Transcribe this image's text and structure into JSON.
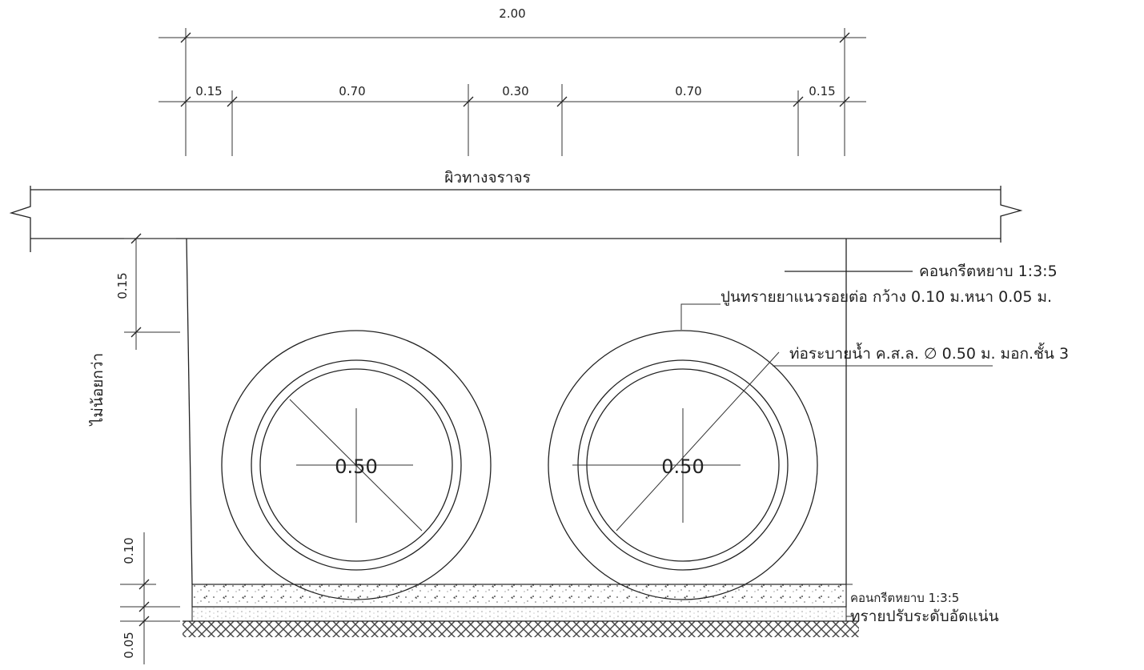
{
  "dimensions": {
    "overall": "2.00",
    "segments": [
      "0.15",
      "0.70",
      "0.30",
      "0.70",
      "0.15"
    ],
    "left_top": "0.15",
    "left_mid": "0.10",
    "left_bottom": "0.05"
  },
  "labels": {
    "road_surface": "ผิวทางจราจร",
    "min_depth": "ไม่น้อยกว่า",
    "pipe_left_diameter": "0.50",
    "pipe_right_diameter": "0.50"
  },
  "notes": {
    "concrete_top": "คอนกรีตหยาบ 1:3:5",
    "joint_mortar": "ปูนทรายยาแนวรอยต่อ กว้าง 0.10 ม.หนา 0.05 ม.",
    "pipe_spec": "ท่อระบายน้ำ ค.ส.ล. ∅ 0.50 ม.  มอก.ชั้น 3",
    "concrete_base": "คอนกรีตหยาบ 1:3:5",
    "sand_bedding": "ทรายปรับระดับอัดแน่น"
  },
  "colors": {
    "line": "#222222",
    "hatch": "#444444"
  }
}
